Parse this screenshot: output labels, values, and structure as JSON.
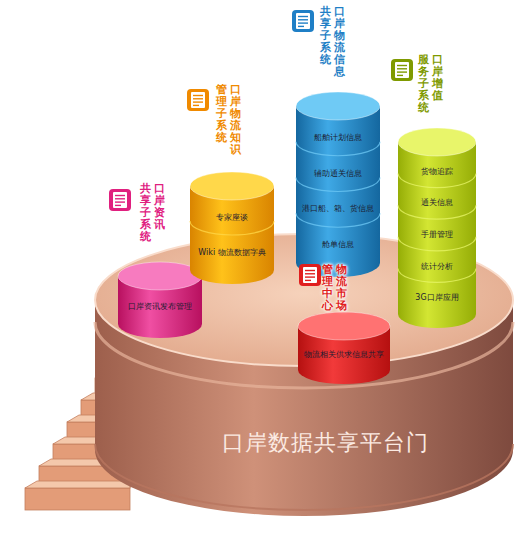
{
  "diagram": {
    "nodes": [
      {
        "text": [
          "口岸资讯 共享子系统",
          "口岸资讯发布管理"
        ]
      },
      {
        "text": [
          "口岸物流知识 管理子系统",
          "专家座谈",
          "Wiki 物流数据字典"
        ]
      },
      {
        "text": [
          "口岸物流信息 共享子系统",
          "船舶计划信息",
          "辅助通关信息",
          "港口船、箱、货信息",
          "舱单信息"
        ]
      },
      {
        "text": [
          "口岸增值 服务子系统",
          "货物追踪",
          "通关信息",
          "手册管理",
          "统计分析",
          "3G口岸应用"
        ]
      },
      {
        "text": [
          "物流市场 管理中心",
          "物流相关供求信息共享"
        ]
      },
      {
        "text": [
          "口岸数据共享平台门"
        ]
      }
    ]
  }
}
